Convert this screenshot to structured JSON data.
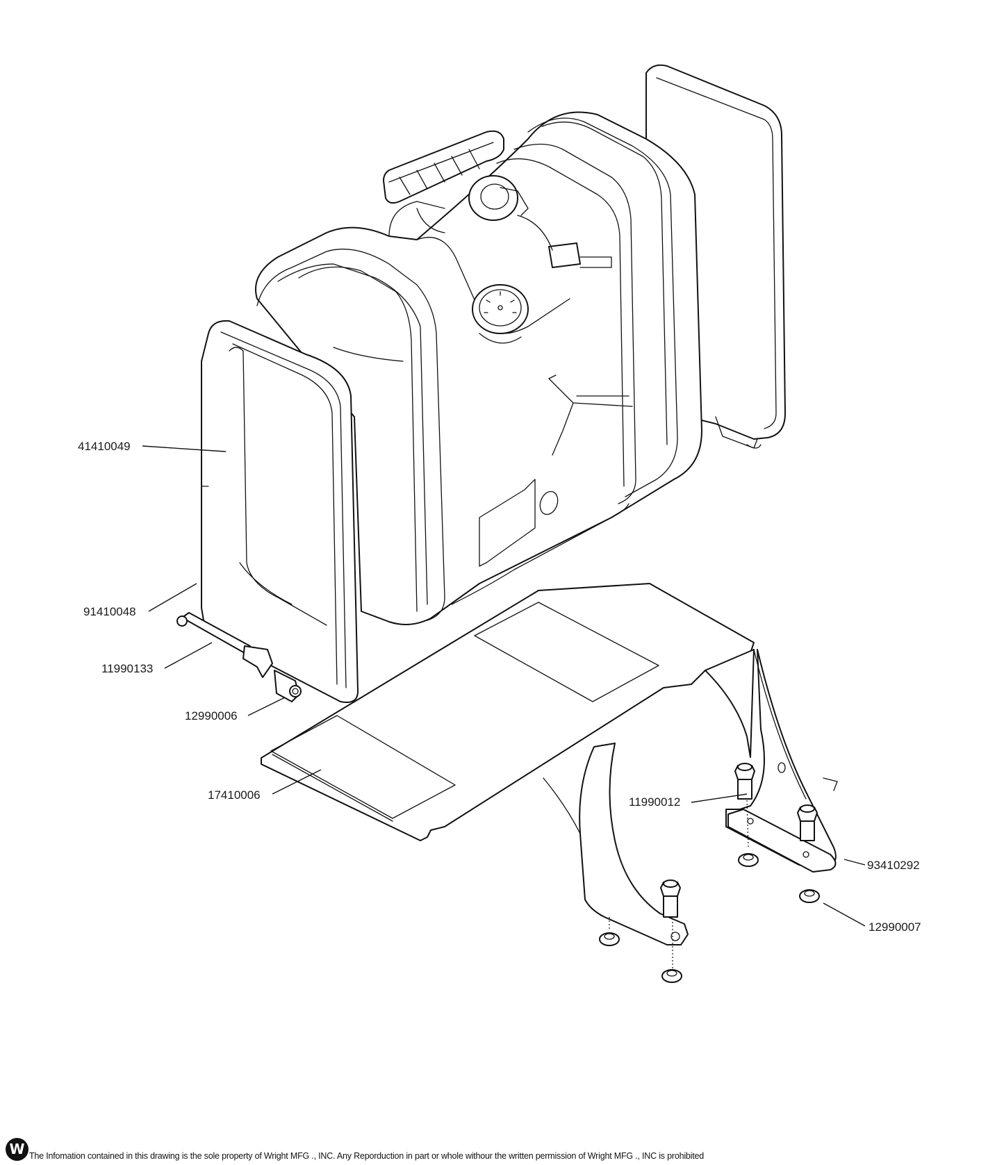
{
  "labels": {
    "p41410049": "41410049",
    "p91410048": "91410048",
    "p11990133": "11990133",
    "p12990006": "12990006",
    "p17410006": "17410006",
    "p11990012": "11990012",
    "p93410292": "93410292",
    "p12990007": "12990007"
  },
  "footer": {
    "logo_icon": "wright-logo-icon",
    "note": "The Infomation contained in this drawing is the sole property of Wright MFG ., INC. Any Reporduction in part or whole withour the written permission of Wright MFG ., INC is prohibited"
  }
}
